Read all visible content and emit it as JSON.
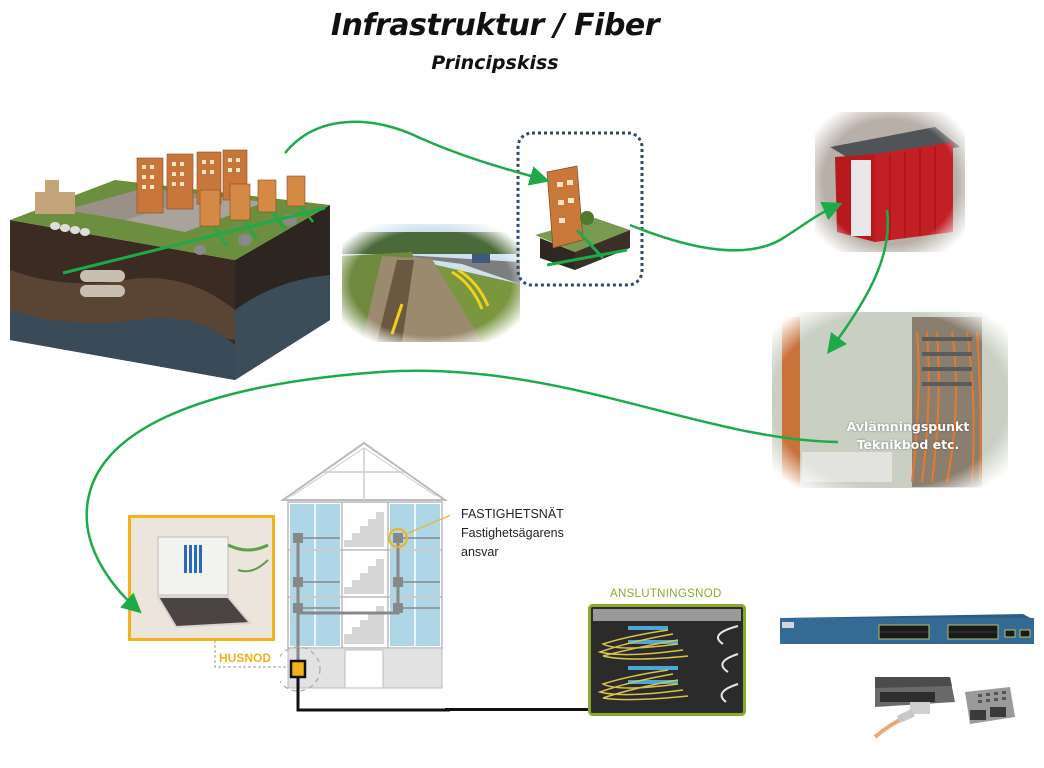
{
  "header": {
    "title": "Infrastruktur / Fiber",
    "subtitle": "Principskiss"
  },
  "labels": {
    "avlamning_line1": "Avlämningspunkt",
    "avlamning_line2": "Teknikbod etc.",
    "fastighetsnat_line1": "FASTIGHETSNÄT",
    "fastighetsnat_line2": "Fastighetsägarens",
    "fastighetsnat_line3": "ansvar",
    "husnod": "HUSNOD",
    "anslutningsnod": "ANSLUTNINGSNOD"
  },
  "images": [
    {
      "name": "city-underground-cross-section",
      "description": "3D city block with underground fiber line"
    },
    {
      "name": "fiber-trench-photo",
      "description": "Trench along road with yellow conduits"
    },
    {
      "name": "building-connection-closeup",
      "description": "Single building with fiber connection"
    },
    {
      "name": "technical-shed-photo",
      "description": "Red technical shed (teknikbod)"
    },
    {
      "name": "patch-rack-photo",
      "description": "Orange fiber cables in rack"
    },
    {
      "name": "husnod-cabinet-photo",
      "description": "Opened wall cabinet with fiber splices"
    },
    {
      "name": "building-network-diagram",
      "description": "House section with in-building network"
    },
    {
      "name": "anslutningsnod-rack-photo",
      "description": "Rack with yellow fiber patch cords"
    },
    {
      "name": "network-switch-photo",
      "description": "24-port network switch"
    },
    {
      "name": "sfp-module-photo",
      "description": "Switch with fiber SFP module"
    }
  ],
  "colors": {
    "fiber_line": "#1faa4a",
    "husnod_accent": "#f2b21c",
    "anslutningsnod_accent": "#8aaa2a",
    "dotted_frame": "#2d4a6b",
    "building_glass": "#aed6e6",
    "shed_red": "#b8191e"
  }
}
